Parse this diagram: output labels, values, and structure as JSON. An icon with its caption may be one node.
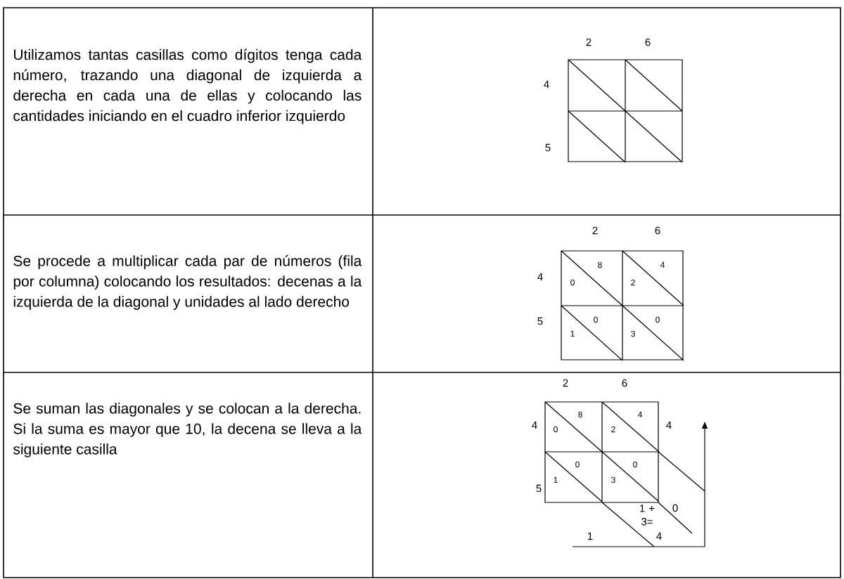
{
  "diagram": {
    "labels": [
      "Utilizamos tantas casillas como dígitos tenga cada número, trazando una diagonal de izquierda a derecha en cada una de ellas y colocando las cantidades iniciando en el cuadro inferior izquierdo",
      "2",
      "6",
      "4",
      "5",
      "Se procede a multiplicar cada par de números (fila por columna) colocando los resultados: decenas a la izquierda de la diagonal y unidades al lado derecho",
      "2",
      "6",
      "4",
      "5",
      "8",
      "0",
      "4",
      "2",
      "0",
      "1",
      "0",
      "3",
      "Se suman las diagonales y se colocan a la derecha. Si la suma es mayor que 10, la decena se lleva a la siguiente casilla",
      "2",
      "6",
      "4",
      "5",
      "8",
      "0",
      "4",
      "2",
      "0",
      "1",
      "0",
      "3",
      "4",
      "0",
      "1 + 3=",
      "1",
      "4"
    ]
  }
}
